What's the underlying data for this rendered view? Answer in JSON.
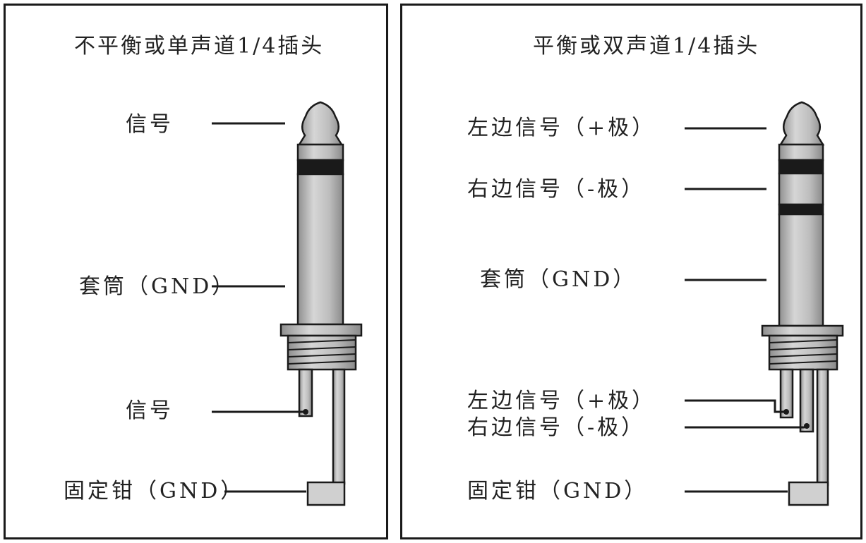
{
  "left_panel": {
    "title": "不平衡或单声道1/4插头",
    "labels": {
      "tip_signal": "信号",
      "sleeve": "套筒（GND）",
      "terminal_signal": "信号",
      "clamp": "固定钳（GND）"
    }
  },
  "right_panel": {
    "title": "平衡或双声道1/4插头",
    "labels": {
      "tip_left": "左边信号（+极）",
      "ring_right": "右边信号（-极）",
      "sleeve": "套筒（GND）",
      "terminal_left": "左边信号（+极）",
      "terminal_right": "右边信号（-极）",
      "clamp": "固定钳（GND）"
    }
  },
  "colors": {
    "metal": "#b8b8b8",
    "metal_light": "#d9d9d9",
    "insulator": "#1a1a1a",
    "outline": "#1a1a1a"
  }
}
